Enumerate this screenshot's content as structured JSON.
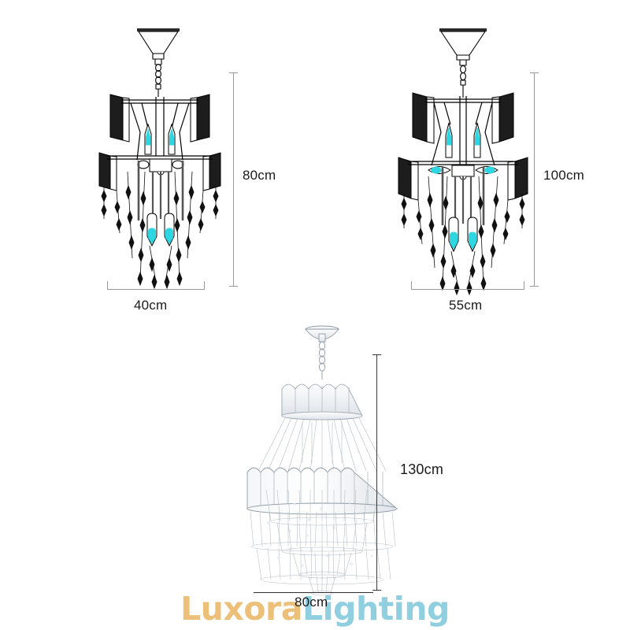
{
  "page": {
    "type": "product-dimension-sheet",
    "background": "#ffffff"
  },
  "variants": [
    {
      "id": "variant-40",
      "style": "line-drawing",
      "width_label": "40cm",
      "height_label": "80cm",
      "width_cm": 40,
      "height_cm": 80,
      "lamp_color": "#2dd6e0",
      "line_color": "#000000",
      "tiers": 2,
      "lights_upper": 2,
      "lights_lower": 2
    },
    {
      "id": "variant-55",
      "style": "line-drawing",
      "width_label": "55cm",
      "height_label": "100cm",
      "width_cm": 55,
      "height_cm": 100,
      "lamp_color": "#2dd6e0",
      "line_color": "#000000",
      "tiers": 3,
      "lights_upper": 2,
      "lights_middle": 2,
      "lights_lower": 2
    },
    {
      "id": "variant-80",
      "style": "photograph",
      "width_label": "80cm",
      "height_label": "130cm",
      "width_cm": 80,
      "height_cm": 130,
      "crystal_color": "#d8dde2",
      "tiers": 6
    }
  ],
  "watermark": {
    "part_one": "Luxora",
    "part_two": "Lighting",
    "color_one": "#edc07a",
    "color_two": "#8fcfe0"
  }
}
